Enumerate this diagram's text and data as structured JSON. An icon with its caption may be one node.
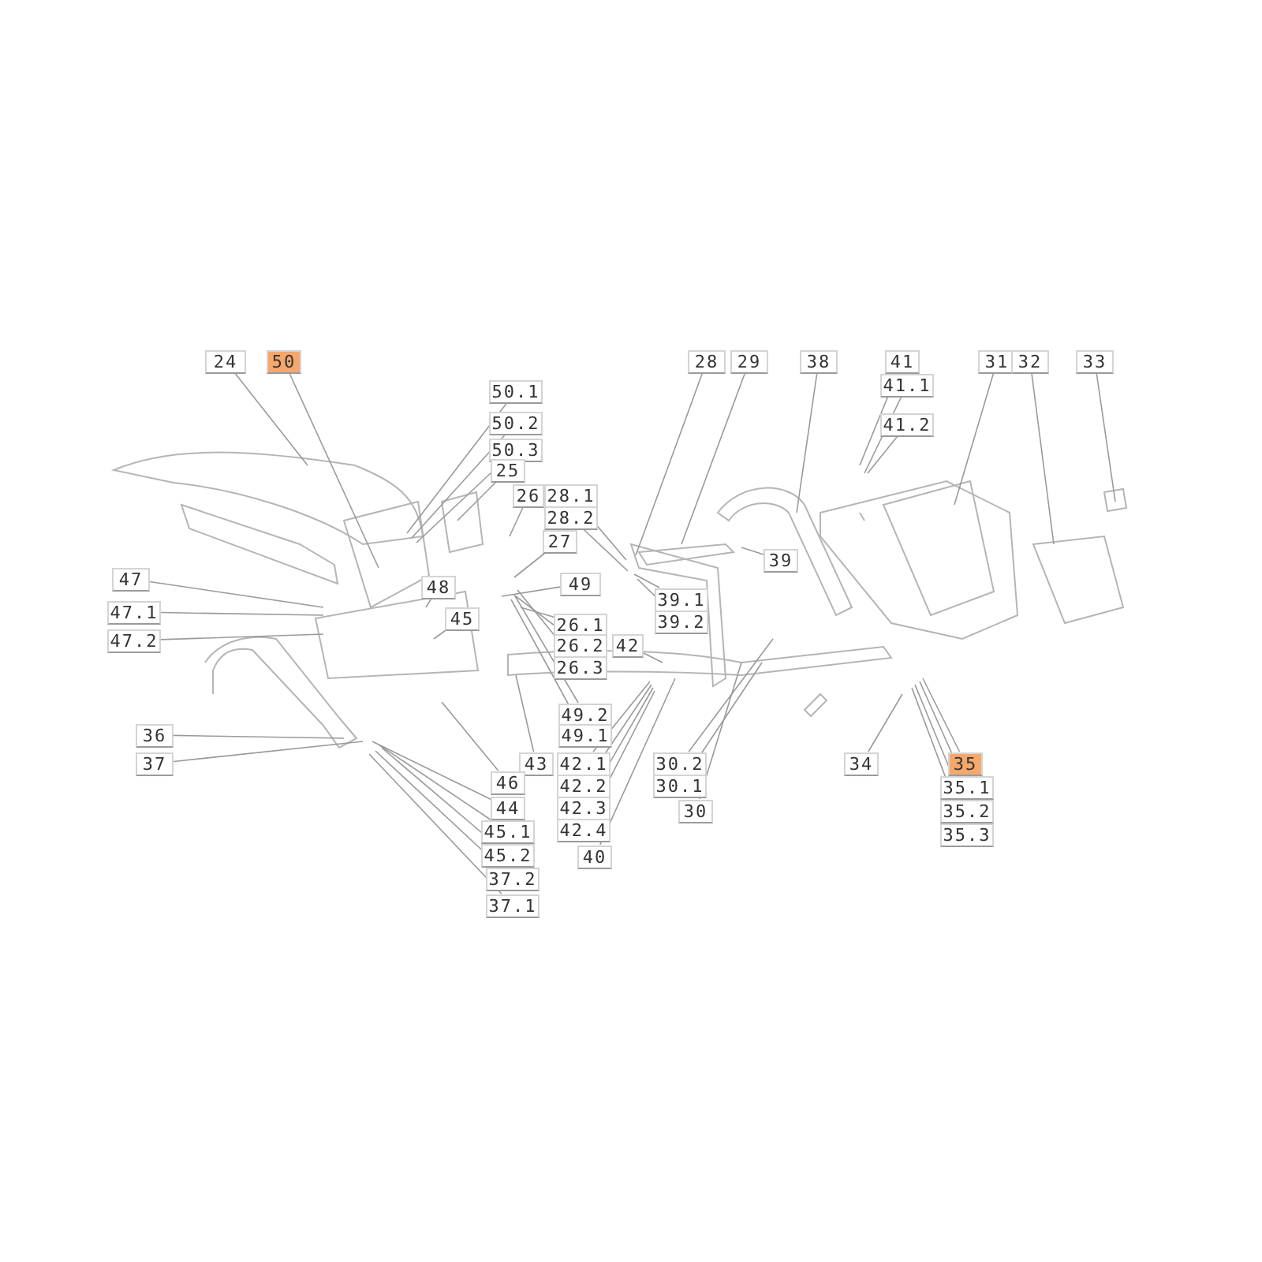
{
  "diagram": {
    "nodes": [
      {
        "text": [
          "24"
        ]
      },
      {
        "text": [
          "50"
        ]
      },
      {
        "text": [
          "50.1"
        ]
      },
      {
        "text": [
          "50.2"
        ]
      },
      {
        "text": [
          "50.3"
        ]
      },
      {
        "text": [
          "25"
        ]
      },
      {
        "text": [
          "26"
        ]
      },
      {
        "text": [
          "28.1"
        ]
      },
      {
        "text": [
          "28.2"
        ]
      },
      {
        "text": [
          "27"
        ]
      },
      {
        "text": [
          "49"
        ]
      },
      {
        "text": [
          "47"
        ]
      },
      {
        "text": [
          "47.1"
        ]
      },
      {
        "text": [
          "47.2"
        ]
      },
      {
        "text": [
          "48"
        ]
      },
      {
        "text": [
          "45"
        ]
      },
      {
        "text": [
          "28"
        ]
      },
      {
        "text": [
          "29"
        ]
      },
      {
        "text": [
          "38"
        ]
      },
      {
        "text": [
          "41"
        ]
      },
      {
        "text": [
          "41.1"
        ]
      },
      {
        "text": [
          "41.2"
        ]
      },
      {
        "text": [
          "31"
        ]
      },
      {
        "text": [
          "32"
        ]
      },
      {
        "text": [
          "33"
        ]
      },
      {
        "text": [
          "39"
        ]
      },
      {
        "text": [
          "39.1"
        ]
      },
      {
        "text": [
          "39.2"
        ]
      },
      {
        "text": [
          "26.1"
        ]
      },
      {
        "text": [
          "26.2"
        ]
      },
      {
        "text": [
          "42"
        ]
      },
      {
        "text": [
          "26.3"
        ]
      },
      {
        "text": [
          "49.2"
        ]
      },
      {
        "text": [
          "49.1"
        ]
      },
      {
        "text": [
          "36"
        ]
      },
      {
        "text": [
          "37"
        ]
      },
      {
        "text": [
          "43"
        ]
      },
      {
        "text": [
          "42.1"
        ]
      },
      {
        "text": [
          "42.2"
        ]
      },
      {
        "text": [
          "42.3"
        ]
      },
      {
        "text": [
          "42.4"
        ]
      },
      {
        "text": [
          "40"
        ]
      },
      {
        "text": [
          "30.2"
        ]
      },
      {
        "text": [
          "30.1"
        ]
      },
      {
        "text": [
          "30"
        ]
      },
      {
        "text": [
          "46"
        ]
      },
      {
        "text": [
          "44"
        ]
      },
      {
        "text": [
          "45.1"
        ]
      },
      {
        "text": [
          "45.2"
        ]
      },
      {
        "text": [
          "37.2"
        ]
      },
      {
        "text": [
          "37.1"
        ]
      },
      {
        "text": [
          "34"
        ]
      },
      {
        "text": [
          "35"
        ]
      },
      {
        "text": [
          "35.1"
        ]
      },
      {
        "text": [
          "35.2"
        ]
      },
      {
        "text": [
          "35.3"
        ]
      }
    ],
    "edges": [
      {
        "from": 0,
        "to": null,
        "arrow": "none"
      },
      {
        "from": 1,
        "to": null,
        "arrow": "none"
      },
      {
        "from": 2,
        "to": null,
        "arrow": "none"
      },
      {
        "from": 3,
        "to": null,
        "arrow": "none"
      },
      {
        "from": 4,
        "to": null,
        "arrow": "none"
      },
      {
        "from": 5,
        "to": null,
        "arrow": "none"
      },
      {
        "from": 6,
        "to": null,
        "arrow": "none"
      },
      {
        "from": 7,
        "to": null,
        "arrow": "none"
      },
      {
        "from": 8,
        "to": null,
        "arrow": "none"
      },
      {
        "from": 9,
        "to": null,
        "arrow": "none"
      },
      {
        "from": 10,
        "to": null,
        "arrow": "none"
      },
      {
        "from": 11,
        "to": null,
        "arrow": "none"
      },
      {
        "from": 12,
        "to": null,
        "arrow": "none"
      },
      {
        "from": 13,
        "to": null,
        "arrow": "none"
      },
      {
        "from": 14,
        "to": null,
        "arrow": "none"
      },
      {
        "from": 15,
        "to": null,
        "arrow": "none"
      },
      {
        "from": 16,
        "to": null,
        "arrow": "none"
      },
      {
        "from": 17,
        "to": null,
        "arrow": "none"
      },
      {
        "from": 18,
        "to": null,
        "arrow": "none"
      },
      {
        "from": 19,
        "to": null,
        "arrow": "none"
      },
      {
        "from": 20,
        "to": null,
        "arrow": "none"
      },
      {
        "from": 21,
        "to": null,
        "arrow": "none"
      },
      {
        "from": 22,
        "to": null,
        "arrow": "none"
      },
      {
        "from": 23,
        "to": null,
        "arrow": "none"
      },
      {
        "from": 24,
        "to": null,
        "arrow": "none"
      },
      {
        "from": 25,
        "to": null,
        "arrow": "none"
      },
      {
        "from": 26,
        "to": null,
        "arrow": "none"
      },
      {
        "from": 27,
        "to": null,
        "arrow": "none"
      },
      {
        "from": 28,
        "to": null,
        "arrow": "none"
      },
      {
        "from": 29,
        "to": null,
        "arrow": "none"
      },
      {
        "from": 30,
        "to": null,
        "arrow": "none"
      },
      {
        "from": 31,
        "to": null,
        "arrow": "none"
      },
      {
        "from": 32,
        "to": null,
        "arrow": "none"
      },
      {
        "from": 33,
        "to": null,
        "arrow": "none"
      },
      {
        "from": 34,
        "to": null,
        "arrow": "none"
      },
      {
        "from": 35,
        "to": null,
        "arrow": "none"
      },
      {
        "from": 36,
        "to": null,
        "arrow": "none"
      },
      {
        "from": 37,
        "to": null,
        "arrow": "none"
      },
      {
        "from": 38,
        "to": null,
        "arrow": "none"
      },
      {
        "from": 39,
        "to": null,
        "arrow": "none"
      },
      {
        "from": 40,
        "to": null,
        "arrow": "none"
      },
      {
        "from": 41,
        "to": null,
        "arrow": "none"
      },
      {
        "from": 42,
        "to": null,
        "arrow": "none"
      },
      {
        "from": 43,
        "to": null,
        "arrow": "none"
      },
      {
        "from": 44,
        "to": null,
        "arrow": "none"
      },
      {
        "from": 45,
        "to": null,
        "arrow": "none"
      },
      {
        "from": 46,
        "to": null,
        "arrow": "none"
      },
      {
        "from": 47,
        "to": null,
        "arrow": "none"
      },
      {
        "from": 48,
        "to": null,
        "arrow": "none"
      },
      {
        "from": 49,
        "to": null,
        "arrow": "none"
      },
      {
        "from": 50,
        "to": null,
        "arrow": "none"
      },
      {
        "from": 51,
        "to": null,
        "arrow": "none"
      },
      {
        "from": 52,
        "to": null,
        "arrow": "none"
      },
      {
        "from": 53,
        "to": null,
        "arrow": "none"
      },
      {
        "from": 54,
        "to": null,
        "arrow": "none"
      },
      {
        "from": 55,
        "to": null,
        "arrow": "none"
      }
    ]
  }
}
